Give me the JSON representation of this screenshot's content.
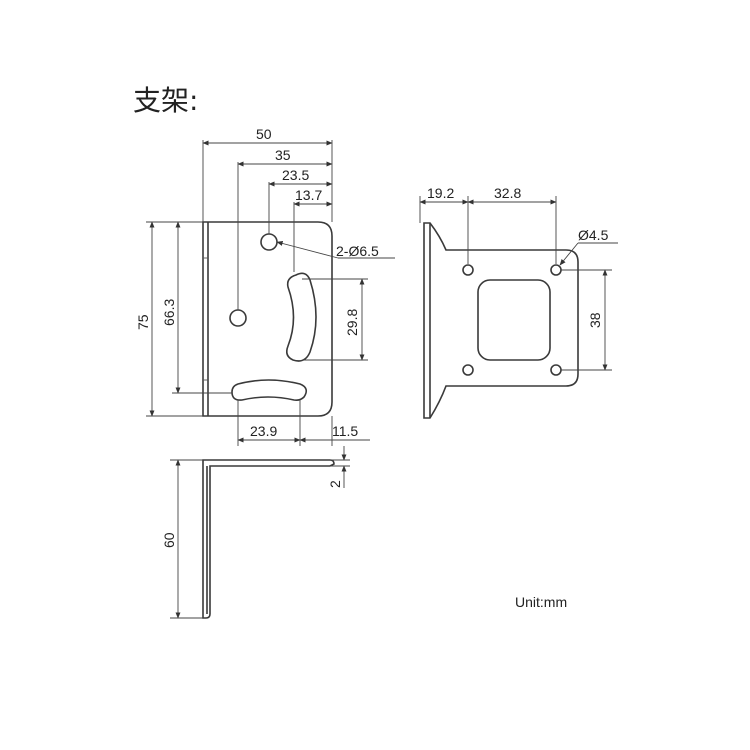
{
  "title": "支架:",
  "unit_label": "Unit:mm",
  "front_view": {
    "width": "50",
    "hole_offset_35": "35",
    "hole_offset_23_5": "23.5",
    "hole_offset_13_7": "13.7",
    "hole_callout": "2-Ø6.5",
    "height": "75",
    "inner_height": "66.3",
    "arc_slot_height": "29.8",
    "slot_length": "23.9",
    "slot_edge_offset": "11.5"
  },
  "side_view": {
    "offset_19_2": "19.2",
    "hole_spacing": "32.8",
    "hole_callout": "Ø4.5",
    "vertical_spacing": "38"
  },
  "bottom_view": {
    "thickness": "2",
    "height": "60"
  }
}
